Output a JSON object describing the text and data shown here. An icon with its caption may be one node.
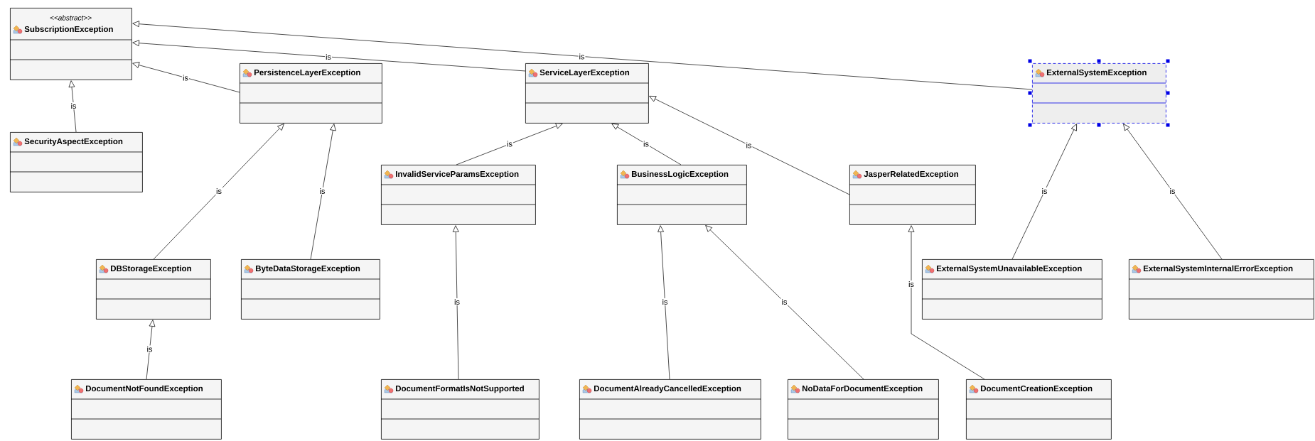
{
  "diagram": {
    "nodes": [
      {
        "text": [
          "<<abstract>>",
          "SubscriptionException"
        ]
      },
      {
        "text": [
          "PersistenceLayerException"
        ]
      },
      {
        "text": [
          "ServiceLayerException"
        ]
      },
      {
        "text": [
          "ExternalSystemException"
        ]
      },
      {
        "text": [
          "SecurityAspectException"
        ]
      },
      {
        "text": [
          "InvalidServiceParamsException"
        ]
      },
      {
        "text": [
          "BusinessLogicException"
        ]
      },
      {
        "text": [
          "JasperRelatedException"
        ]
      },
      {
        "text": [
          "DBStorageException"
        ]
      },
      {
        "text": [
          "ByteDataStorageException"
        ]
      },
      {
        "text": [
          "ExternalSystemUnavailableException"
        ]
      },
      {
        "text": [
          "ExternalSystemInternalErrorException"
        ]
      },
      {
        "text": [
          "DocumentNotFoundException"
        ]
      },
      {
        "text": [
          "DocumentFormatIsNotSupported"
        ]
      },
      {
        "text": [
          "DocumentAlreadyCancelledException"
        ]
      },
      {
        "text": [
          "NoDataForDocumentException"
        ]
      },
      {
        "text": [
          "DocumentCreationException"
        ]
      }
    ],
    "edges": [
      {
        "from": 4,
        "to": 0,
        "arrow": "to",
        "label": "is"
      },
      {
        "from": 1,
        "to": 0,
        "arrow": "to",
        "label": "is"
      },
      {
        "from": 2,
        "to": 0,
        "arrow": "to",
        "label": "is"
      },
      {
        "from": 3,
        "to": 0,
        "arrow": "to",
        "label": "is"
      },
      {
        "from": 5,
        "to": 2,
        "arrow": "to",
        "label": "is"
      },
      {
        "from": 6,
        "to": 2,
        "arrow": "to",
        "label": "is"
      },
      {
        "from": 7,
        "to": 2,
        "arrow": "to",
        "label": "is"
      },
      {
        "from": 8,
        "to": 1,
        "arrow": "to",
        "label": "is"
      },
      {
        "from": 9,
        "to": 1,
        "arrow": "to",
        "label": "is"
      },
      {
        "from": 12,
        "to": 8,
        "arrow": "to",
        "label": "is"
      },
      {
        "from": 13,
        "to": 5,
        "arrow": "to",
        "label": "is"
      },
      {
        "from": 14,
        "to": 6,
        "arrow": "to",
        "label": "is"
      },
      {
        "from": 15,
        "to": 6,
        "arrow": "to",
        "label": "is"
      },
      {
        "from": 16,
        "to": 7,
        "arrow": "to",
        "label": "is"
      },
      {
        "from": 10,
        "to": 3,
        "arrow": "to",
        "label": "is"
      },
      {
        "from": 11,
        "to": 3,
        "arrow": "to",
        "label": "is"
      }
    ]
  }
}
